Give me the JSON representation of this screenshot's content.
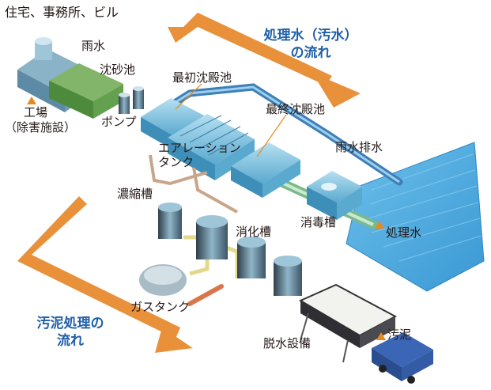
{
  "labels": {
    "houses": "住宅、事務所、ビル",
    "rainwater": "雨水",
    "grit_chamber": "沈砂池",
    "primary_settling": "最初沈殿池",
    "factory_line1": "工場",
    "factory_line2": "（除害施設）",
    "pump": "ポンプ",
    "aeration_line1": "エアレーション",
    "aeration_line2": "タンク",
    "final_settling": "最終沈殿池",
    "storm_drain": "雨水排水",
    "thickener": "濃縮槽",
    "disinfection": "消毒槽",
    "treated_water": "処理水",
    "digester": "消化槽",
    "gas_tank": "ガスタンク",
    "dewatering": "脱水設備",
    "sludge": "汚泥"
  },
  "flows": {
    "water_line1": "処理水（汚水）",
    "water_line2": "の流れ",
    "sludge_line1": "汚泥処理の",
    "sludge_line2": "流れ"
  },
  "colors": {
    "flow_arrow": "#e8913a",
    "flow_text": "#1f5fa8",
    "marker": "#e8891f",
    "water_surface": "#4aa8dd",
    "tank": "#7fc2df",
    "pipe": "#4a86c0",
    "sludge_pipe": "#c9a58a",
    "gas_pipe": "#e3d98a"
  },
  "icons": {
    "marker": "triangle-marker-icon"
  }
}
